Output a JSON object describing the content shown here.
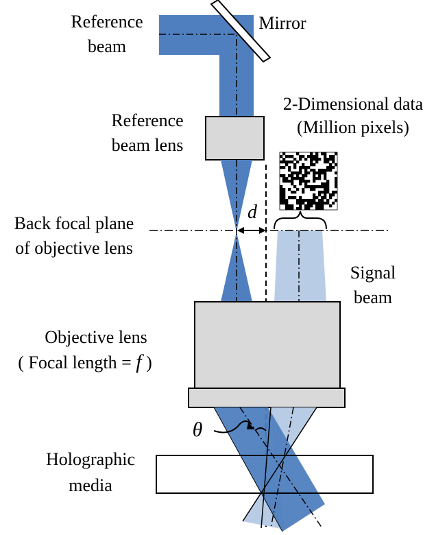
{
  "labels": {
    "reference_beam_line1": "Reference",
    "reference_beam_line2": "beam",
    "mirror": "Mirror",
    "data_line1": "2-Dimensional data",
    "data_line2": "(Million pixels)",
    "ref_lens_line1": "Reference",
    "ref_lens_line2": "beam lens",
    "d": "d",
    "back_focal_line1": "Back focal plane",
    "back_focal_line2": "of objective lens",
    "signal_line1": "Signal",
    "signal_line2": "beam",
    "objective_line1": "Objective lens",
    "objective_line2_prefix": "( Focal length = ",
    "objective_f": "f",
    "objective_line2_suffix": " )",
    "theta": "θ",
    "holo_line1": "Holographic",
    "holo_line2": "media"
  },
  "colors": {
    "reference_beam": "#4f7fbf",
    "signal_beam": "#b9cce6",
    "lens_fill": "#d9d9d9",
    "outline": "#000000"
  }
}
